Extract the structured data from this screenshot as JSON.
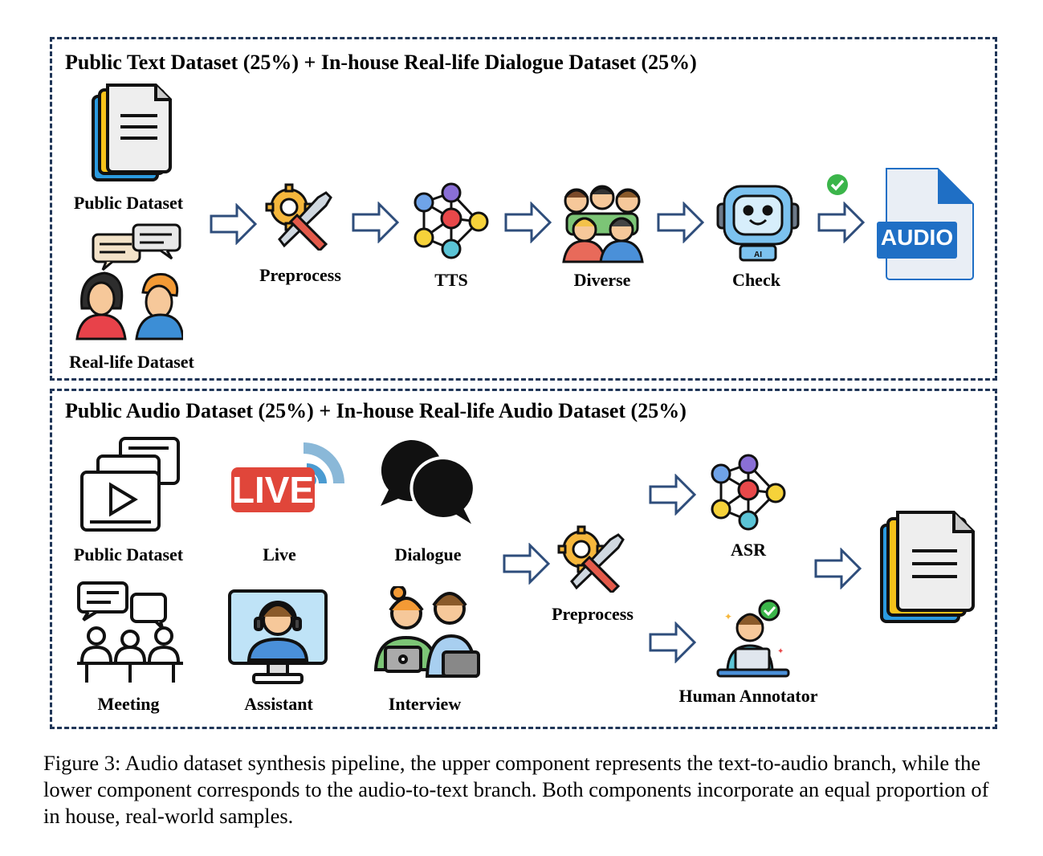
{
  "top_panel": {
    "title": "Public Text Dataset (25%) + In-house Real-life Dialogue Dataset (25%)",
    "public_dataset_label": "Public Dataset",
    "reallife_dataset_label": "Real-life Dataset",
    "steps": [
      "Preprocess",
      "TTS",
      "Diverse",
      "Check"
    ],
    "audio_file_text": "AUDIO",
    "check_badge_icon": "check-circle-icon"
  },
  "bottom_panel": {
    "title": "Public Audio Dataset (25%) + In-house Real-life Audio Dataset (25%)",
    "sources": [
      "Public Dataset",
      "Live",
      "Dialogue",
      "Meeting",
      "Assistant",
      "Interview"
    ],
    "live_badge_text": "LIVE",
    "preprocess_label": "Preprocess",
    "asr_label": "ASR",
    "human_annotator_label": "Human Annotator"
  },
  "colors": {
    "border": "#1f3557",
    "arrow_stroke": "#2e4d7b",
    "audio_blue": "#1f6fc5",
    "live_red": "#e0463a",
    "check_green": "#3bb54a"
  },
  "caption": "Figure 3: Audio dataset synthesis pipeline, the upper component represents the text-to-audio branch, while the lower component corresponds to the audio-to-text branch. Both components incorporate an equal proportion of in house, real-world samples."
}
